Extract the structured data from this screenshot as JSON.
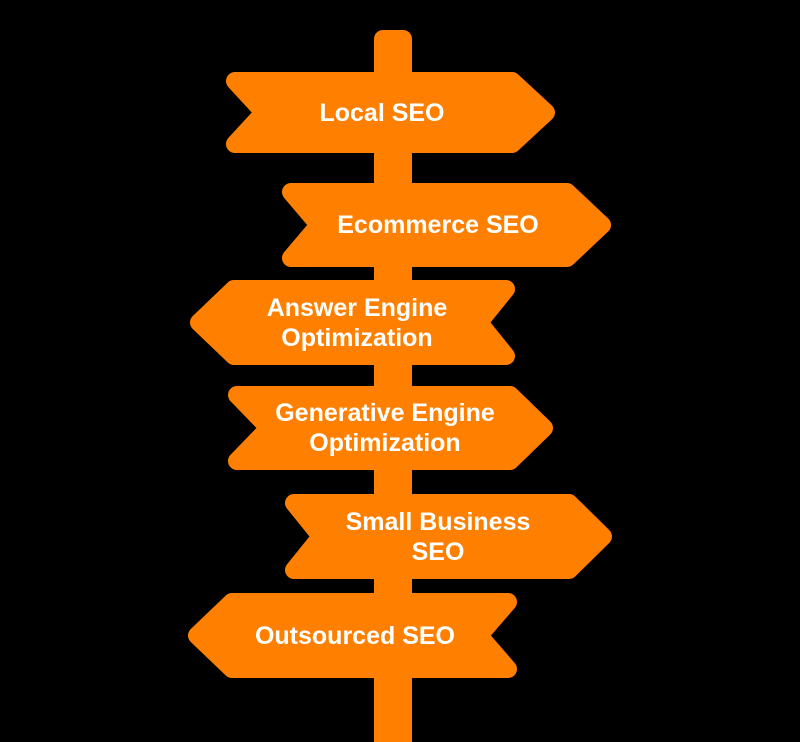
{
  "diagram": {
    "type": "signpost",
    "post": {
      "name": "signpost-pole"
    },
    "signs": [
      {
        "id": "local-seo",
        "label": "Local SEO",
        "direction": "right"
      },
      {
        "id": "ecommerce-seo",
        "label": "Ecommerce SEO",
        "direction": "right"
      },
      {
        "id": "answer-engine-optimization",
        "label": "Answer Engine\nOptimization",
        "direction": "left"
      },
      {
        "id": "generative-engine-optimization",
        "label": "Generative Engine\nOptimization",
        "direction": "right"
      },
      {
        "id": "small-business-seo",
        "label": "Small Business\nSEO",
        "direction": "right"
      },
      {
        "id": "outsourced-seo",
        "label": "Outsourced SEO",
        "direction": "left"
      }
    ]
  },
  "colors": {
    "sign_orange": "#FF8000",
    "label_text": "#FFFFFF",
    "background": "#000000"
  }
}
